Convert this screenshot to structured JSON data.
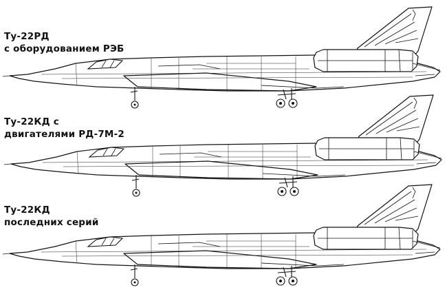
{
  "aircraft": [
    {
      "title_line1": "Ту-22РД",
      "title_line2": "с оборудованием РЭБ"
    },
    {
      "title_line1": "Ту-22КД с",
      "title_line2": "двигателями РД-7М-2"
    },
    {
      "title_line1": "Ту-22КД",
      "title_line2": "последних серий"
    }
  ]
}
